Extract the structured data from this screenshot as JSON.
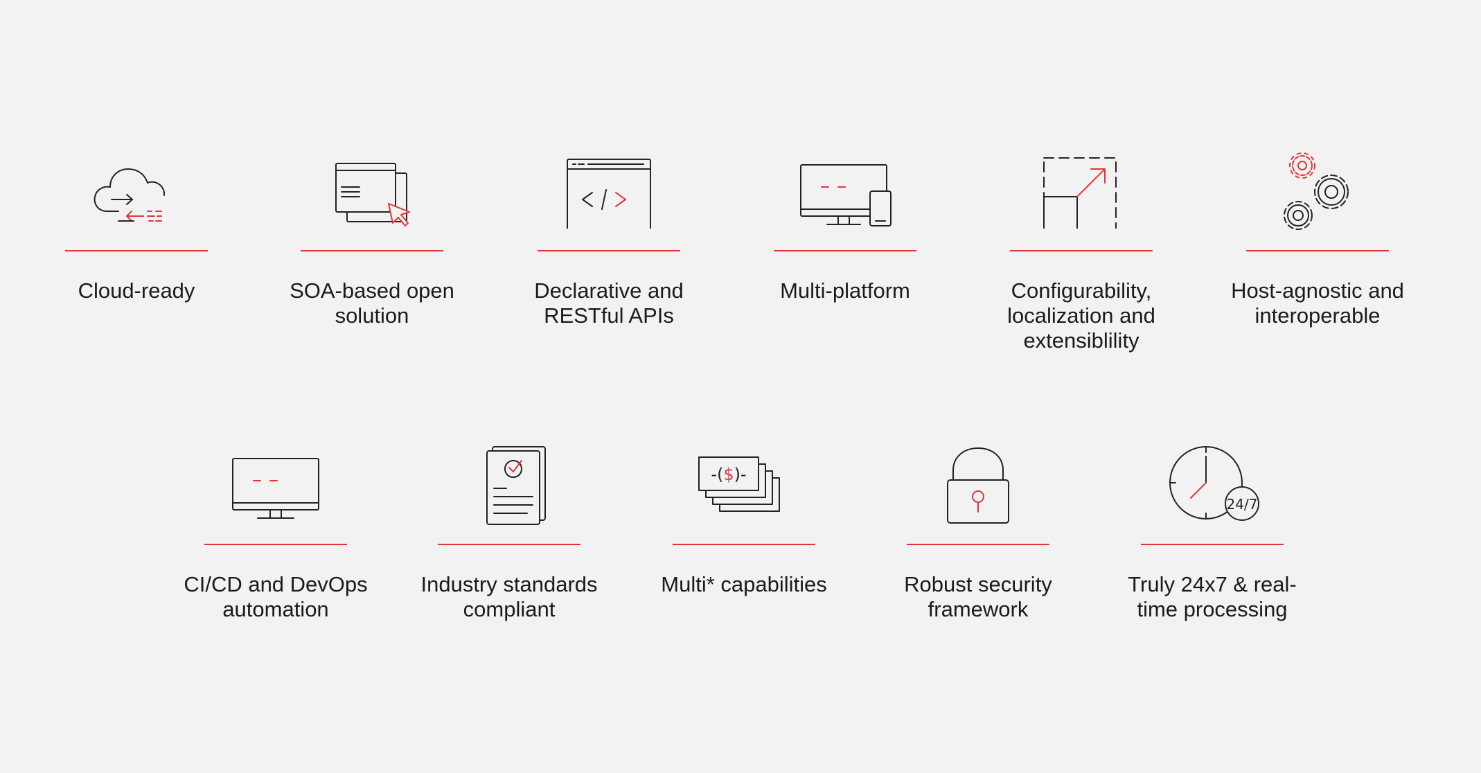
{
  "colors": {
    "accent": "#e3343b",
    "text": "#1b1b1b",
    "background": "#f1f2f1"
  },
  "features": [
    {
      "icon": "cloud-icon",
      "label": "Cloud-ready"
    },
    {
      "icon": "soa-windows-cursor-icon",
      "label": "SOA-based open\nsolution"
    },
    {
      "icon": "code-window-icon",
      "label": "Declarative and\nRESTful APIs"
    },
    {
      "icon": "multi-device-icon",
      "label": "Multi-platform"
    },
    {
      "icon": "resize-expand-icon",
      "label": "Configurability,\nlocalization and\nextensiblility"
    },
    {
      "icon": "gears-icon",
      "label": "Host-agnostic and\ninteroperable"
    },
    {
      "icon": "monitor-icon",
      "label": "CI/CD and DevOps\nautomation"
    },
    {
      "icon": "document-check-icon",
      "label": "Industry standards\ncompliant"
    },
    {
      "icon": "currency-stack-icon",
      "label": "Multi* capabilities"
    },
    {
      "icon": "padlock-icon",
      "label": "Robust security\nframework"
    },
    {
      "icon": "clock-247-icon",
      "label": "Truly 24x7 & real-\ntime processing"
    }
  ],
  "icon_text": {
    "code": "</>",
    "currency": "-($)-",
    "clock": "24/7"
  }
}
